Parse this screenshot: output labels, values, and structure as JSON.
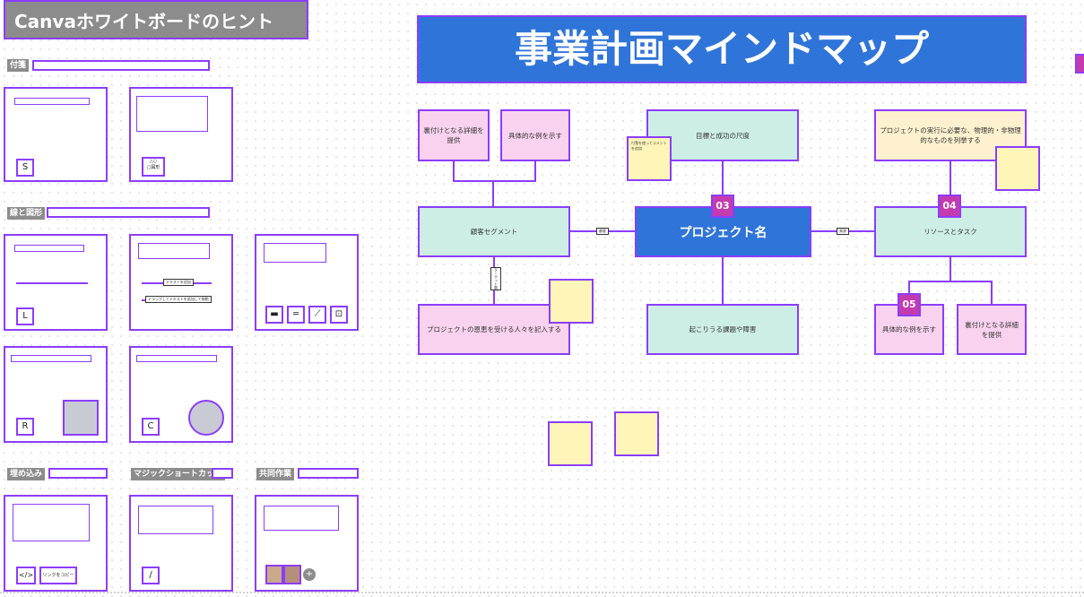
{
  "hints": {
    "title": "Canvaホワイトボードのヒント",
    "sections": {
      "sticky": "付箋",
      "lines": "線と図形",
      "embed": "埋め込み",
      "magic": "マジックショートカット",
      "collab": "共同作業"
    },
    "cards": {
      "sticky_key": "S",
      "sticky_shape_label": "図形",
      "line_key": "L",
      "rect_key": "R",
      "circle_key": "C",
      "embed_code": "</>",
      "embed_link": "リンクをコピー",
      "magic_key": "/",
      "line_text_1": "テキストを追加",
      "line_text_2": "ドラッグしてテキストを追加して移動"
    }
  },
  "mindmap": {
    "title": "事業計画マインドマップ",
    "center": "プロジェクト名",
    "nodes": {
      "n1": "裏付けとなる詳細を提供",
      "n2": "具体的な例を示す",
      "n3": "目標と成功の尺度",
      "n4": "プロジェクトの実行に必要な、物理的・非物理的なものを列挙する",
      "n5": "顧客セグメント",
      "n6": "リソースとタスク",
      "n7": "プロジェクトの恩恵を受ける人々を記入する",
      "n8": "起こりうる課題や障害",
      "n9": "具体的な例を示す",
      "n10": "裏付けとなる詳細を提供"
    },
    "badges": {
      "b3": "03",
      "b4": "04",
      "b5": "05"
    },
    "tags": {
      "t1": "顧客",
      "t2": "資源",
      "t3": "ターゲット層"
    },
    "sticky_text": "付箋を使ってコメントを追加"
  },
  "colors": {
    "accent": "#8b3dff",
    "title_blue": "#2f74d8",
    "badge": "#c43bb0"
  }
}
